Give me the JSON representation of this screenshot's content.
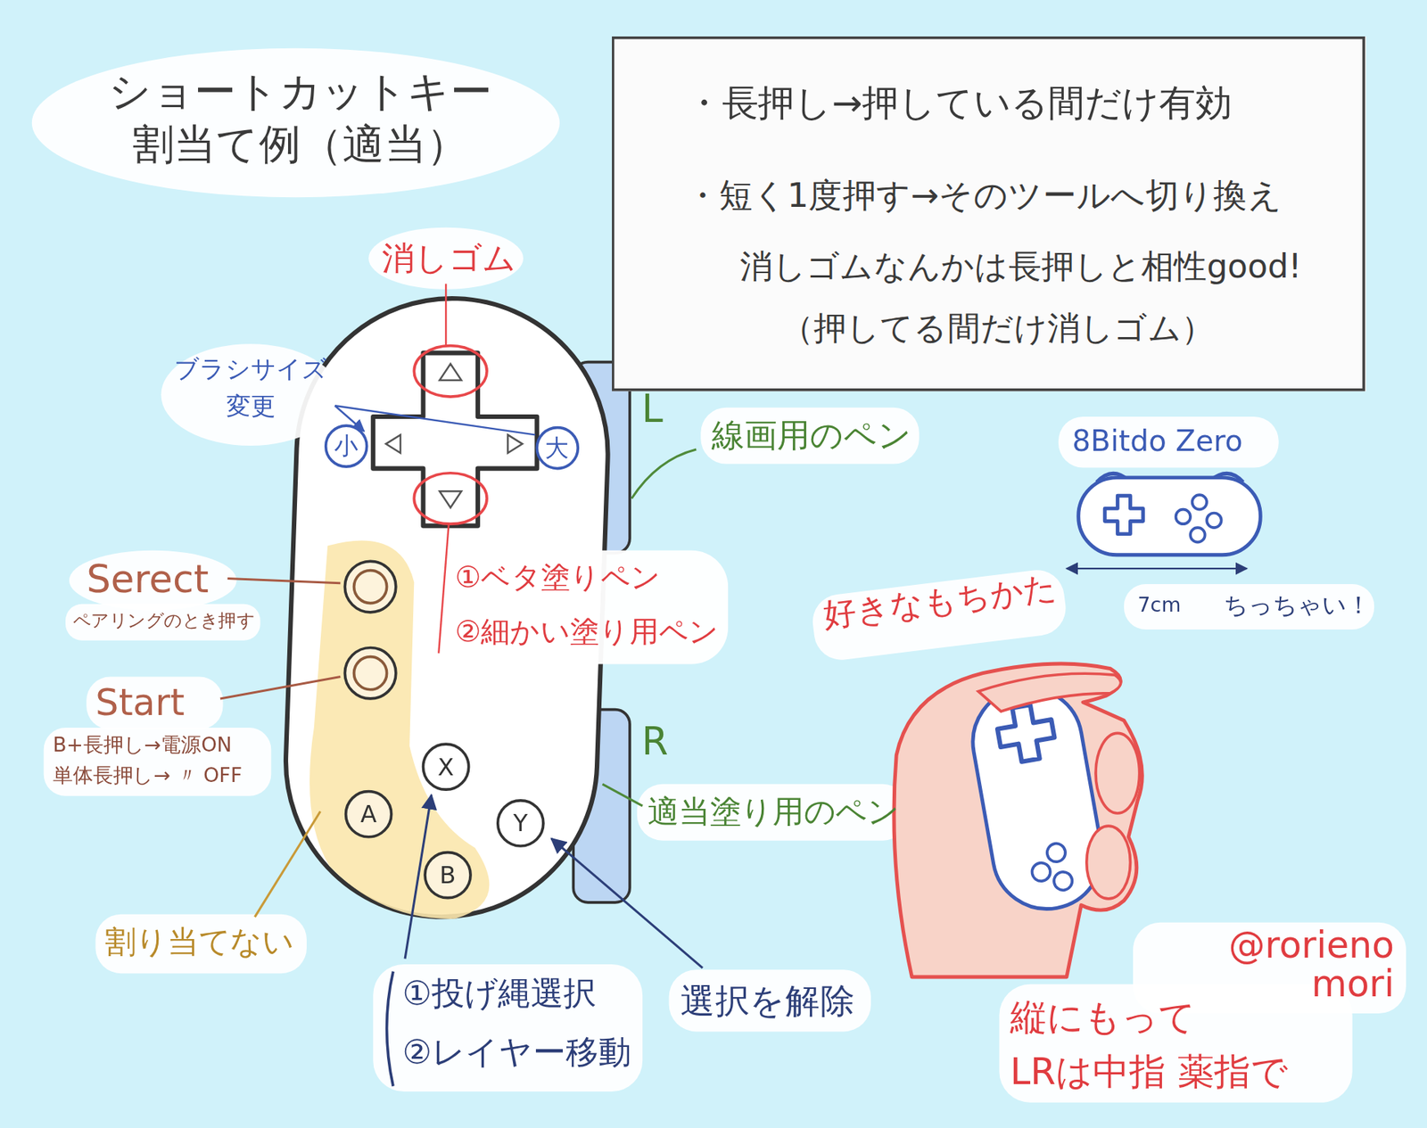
{
  "diagram": {
    "title": "ショートカットキー 割当て例（適当）",
    "nodes": [
      {
        "text": [
          "・長押し→押している間だけ有効",
          "・短く1度押す→そのツールへ切り換え",
          "消しゴムなんかは長押しと相性good!",
          "（押してる間だけ消しゴム）"
        ]
      },
      {
        "text": [
          "小"
        ]
      },
      {
        "text": [
          "大"
        ]
      },
      {
        "text": [
          "X"
        ]
      },
      {
        "text": [
          "A"
        ]
      },
      {
        "text": [
          "Y"
        ]
      },
      {
        "text": [
          "B"
        ]
      }
    ],
    "labels": [
      "消しゴム",
      "ブラシサイズ 変更",
      "L",
      "線画用のペン",
      "8Bitdo Zero",
      "①ベタ塗りペン",
      "②細かい塗り用ペン",
      "Serect",
      "ペアリングのとき押す",
      "7cm",
      "ちっちゃい！",
      "好きなもちかた",
      "Start",
      "B+長押し→電源ON",
      "単体長押し→ 〃 OFF",
      "R",
      "適当塗り用のペン",
      "割り当てない",
      "@rorieno mori",
      "①投げ縄選択",
      "②レイヤー移動",
      "選択を解除",
      "縦にもって LRは中指 薬指で"
    ]
  }
}
